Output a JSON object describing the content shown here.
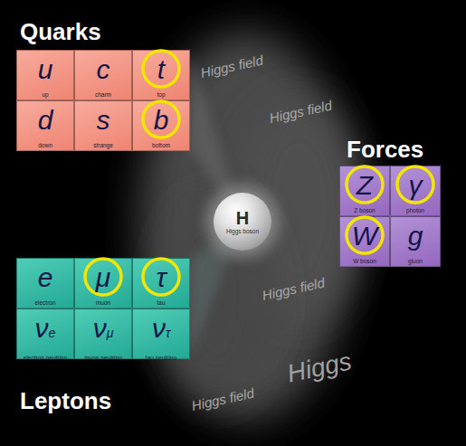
{
  "diagram": {
    "nodes": [
      {
        "text": [
          "u",
          "up"
        ]
      },
      {
        "text": [
          "c",
          "charm"
        ]
      },
      {
        "text": [
          "t",
          "top"
        ]
      },
      {
        "text": [
          "d",
          "down"
        ]
      },
      {
        "text": [
          "s",
          "strange"
        ]
      },
      {
        "text": [
          "b",
          "bottom"
        ]
      },
      {
        "text": [
          "H",
          "Higgs boson"
        ]
      },
      {
        "text": [
          "Z",
          "Z boson"
        ]
      },
      {
        "text": [
          "γ",
          "photon"
        ]
      },
      {
        "text": [
          "W",
          "W boson"
        ]
      },
      {
        "text": [
          "g",
          "gluon"
        ]
      },
      {
        "text": [
          "e",
          "electron"
        ]
      },
      {
        "text": [
          "μ",
          "muon"
        ]
      },
      {
        "text": [
          "τ",
          "tau"
        ]
      },
      {
        "text": [
          "νe",
          "electron neutrino"
        ]
      },
      {
        "text": [
          "νμ",
          "muon neutrino"
        ]
      },
      {
        "text": [
          "ντ",
          "tau neutrino"
        ]
      }
    ],
    "labels": [
      "Quarks",
      "Forces",
      "Leptons",
      "Higgs field",
      "Higgs field",
      "Higgs field",
      "Higgs field",
      "Higgs"
    ]
  }
}
